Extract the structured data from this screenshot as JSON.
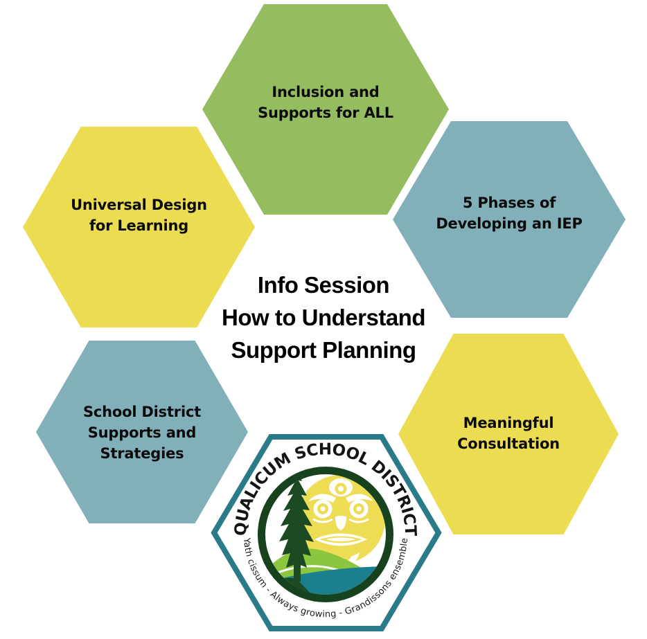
{
  "page": {
    "background": "#ffffff"
  },
  "title": {
    "lines": [
      "Info Session",
      "How to Understand",
      "Support Planning"
    ]
  },
  "hexagons": [
    {
      "id": "inclusion-supports",
      "color": "#95bd5f",
      "lines": [
        "Inclusion and",
        "Supports for ALL"
      ]
    },
    {
      "id": "universal-design",
      "color": "#ecdc52",
      "lines": [
        "Universal Design",
        "for Learning"
      ]
    },
    {
      "id": "five-phases-iep",
      "color": "#82b0b8",
      "lines": [
        "5 Phases of",
        "Developing an IEP"
      ]
    },
    {
      "id": "district-supports",
      "color": "#82b0b8",
      "lines": [
        "School District",
        "Supports and",
        "Strategies"
      ]
    },
    {
      "id": "meaningful-consultation",
      "color": "#ecdc52",
      "lines": [
        "Meaningful",
        "Consultation"
      ]
    }
  ],
  "logo": {
    "arc_top": "QUALICUM SCHOOL DISTRICT",
    "arc_bottom": "Yath cissum - Always growing - Grandissons ensemble",
    "colors": {
      "hex_border": "#2a7a8a",
      "hex_fill": "#ffffff",
      "ring": "#16421e",
      "sun": "#eedc55",
      "tree": "#1c4a22",
      "hill": "#8cc63f",
      "hill_shadow": "#1c4a22",
      "water": "#1b7f8e",
      "face_detail": "#ffffff"
    }
  }
}
